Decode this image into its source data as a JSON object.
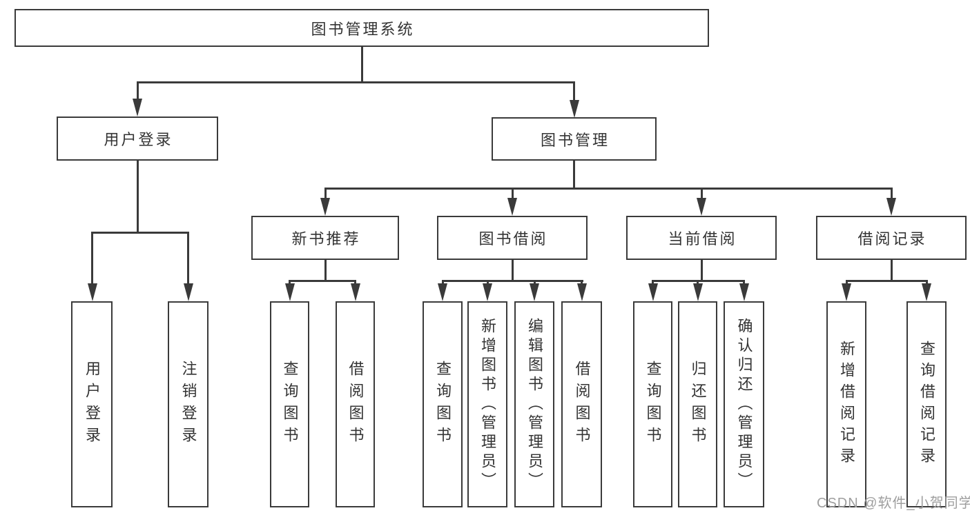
{
  "diagram": {
    "type": "hierarchy-tree",
    "root": {
      "label": "图书管理系统",
      "children": [
        {
          "label": "用户登录",
          "children": [
            {
              "label": "用户登录"
            },
            {
              "label": "注销登录"
            }
          ]
        },
        {
          "label": "图书管理",
          "children": [
            {
              "label": "新书推荐",
              "children": [
                {
                  "label": "查询图书"
                },
                {
                  "label": "借阅图书"
                }
              ]
            },
            {
              "label": "图书借阅",
              "children": [
                {
                  "label": "查询图书"
                },
                {
                  "label": "新增图书（管理员）"
                },
                {
                  "label": "编辑图书（管理员）"
                },
                {
                  "label": "借阅图书"
                }
              ]
            },
            {
              "label": "当前借阅",
              "children": [
                {
                  "label": "查询图书"
                },
                {
                  "label": "归还图书"
                },
                {
                  "label": "确认归还（管理员）"
                }
              ]
            },
            {
              "label": "借阅记录",
              "children": [
                {
                  "label": "新增借阅记录"
                },
                {
                  "label": "查询借阅记录"
                }
              ]
            }
          ]
        }
      ]
    }
  },
  "watermark": {
    "text": "CSDN @软件_小贺同学",
    "color": "#9e9e9e"
  },
  "colors": {
    "line": "#3a3a3a",
    "text": "#333333",
    "node_fill": "#ffffff",
    "background": "#ffffff"
  }
}
